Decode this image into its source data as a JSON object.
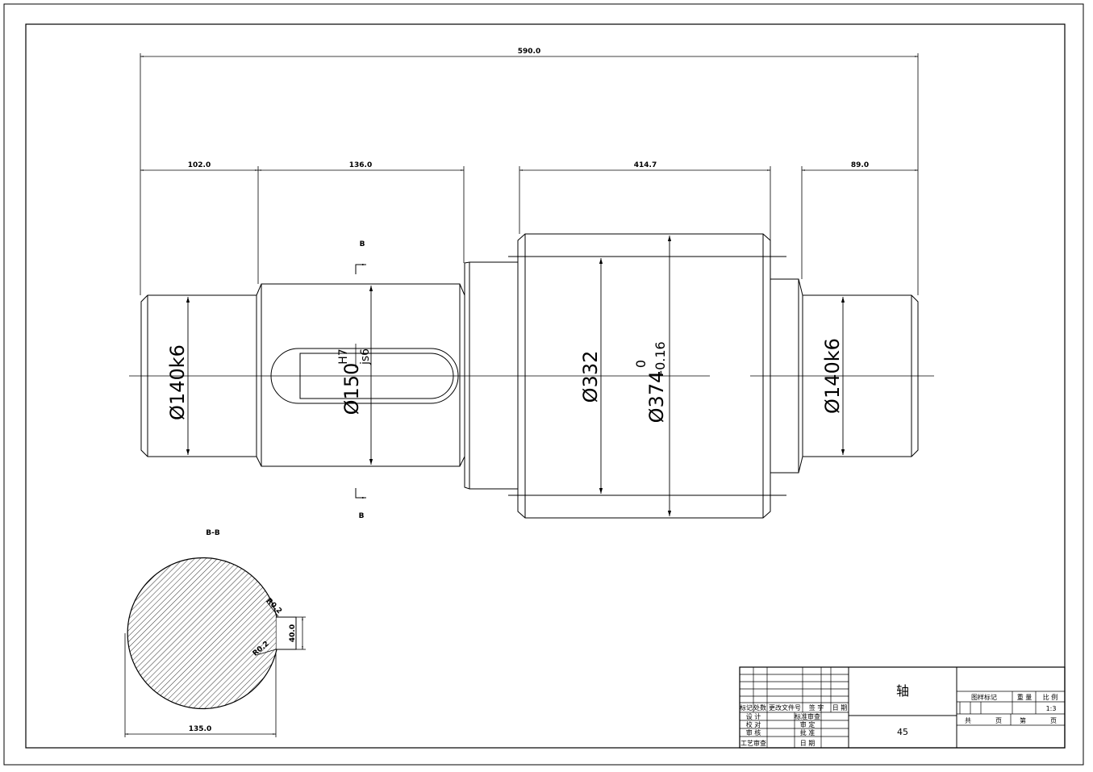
{
  "dimensions": {
    "total_length": "590.0",
    "seg1_length": "102.0",
    "seg2_length": "136.0",
    "seg3_length": "414.7",
    "seg4_length": "89.0",
    "section_width": "135.0",
    "key_width": "40.0",
    "fillet_top": "R0.2",
    "fillet_bottom": "R0.2"
  },
  "diameters": {
    "left_journal": "Ø140k6",
    "key_seat_base": "Ø150",
    "fit_upper": "H7",
    "fit_lower": "js6",
    "inner_body": "Ø332",
    "outer_body_base": "Ø374",
    "tol_upper": "0",
    "tol_lower": "-0.16",
    "right_journal": "Ø140k6"
  },
  "section": {
    "cut_label_top": "B",
    "cut_label_bottom": "B",
    "title": "B-B"
  },
  "title_block": {
    "part_name": "轴",
    "material": "45",
    "rev_headers": [
      "标记",
      "处数",
      "更改文件号",
      "签 字",
      "日 期"
    ],
    "sign_labels": [
      "设 计",
      "校 对",
      "审 核",
      "工艺审查"
    ],
    "sign_labels_mid": [
      "标准审查",
      "审 定",
      "批 准",
      "日 期"
    ],
    "status_headers": [
      "图样标记",
      "重 量",
      "比 例"
    ],
    "scale": "1:3",
    "sheet_labels": [
      "共",
      "页",
      "第",
      "页"
    ]
  }
}
